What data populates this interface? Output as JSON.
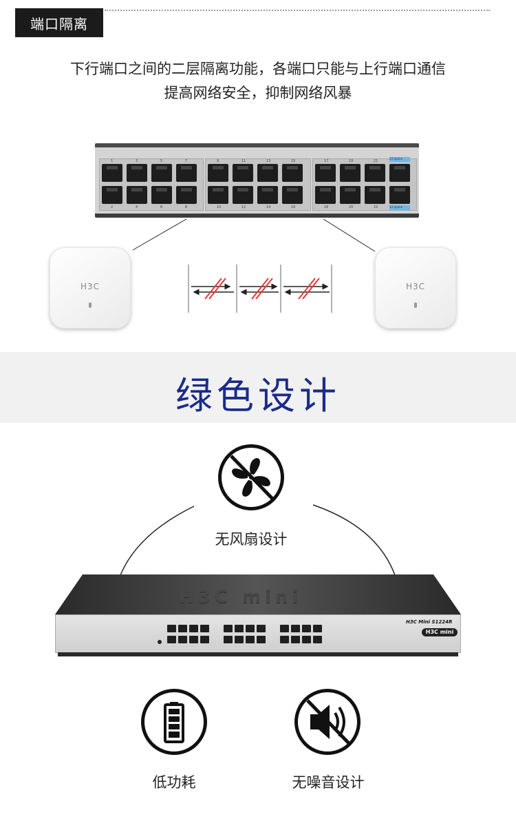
{
  "section1": {
    "tag": "端口隔离",
    "desc_line1": "下行端口之间的二层隔离功能，各端口只能与上行端口通信",
    "desc_line2": "提高网络安全，抑制网络风暴"
  },
  "panel": {
    "top_numbers": [
      "1",
      "3",
      "5",
      "7",
      "9",
      "11",
      "13",
      "15",
      "17",
      "19",
      "21"
    ],
    "bottom_numbers": [
      "2",
      "4",
      "6",
      "8",
      "10",
      "12",
      "14",
      "16",
      "18",
      "20",
      "22"
    ],
    "uplink_top": "23 Uplink",
    "uplink_bottom": "24 Uplink"
  },
  "ap": {
    "brand": "H3C"
  },
  "section2": {
    "title": "绿色设计"
  },
  "features": {
    "fanless": "无风扇设计",
    "low_power": "低功耗",
    "silent": "无噪音设计"
  },
  "switch": {
    "engraving": "H3C mini",
    "model": "H3C Mini S1224R",
    "badge": "H3C mini"
  },
  "colors": {
    "accent": "#1a2b8a",
    "uplink": "#6fb7e8",
    "strike": "#e23a3a"
  }
}
